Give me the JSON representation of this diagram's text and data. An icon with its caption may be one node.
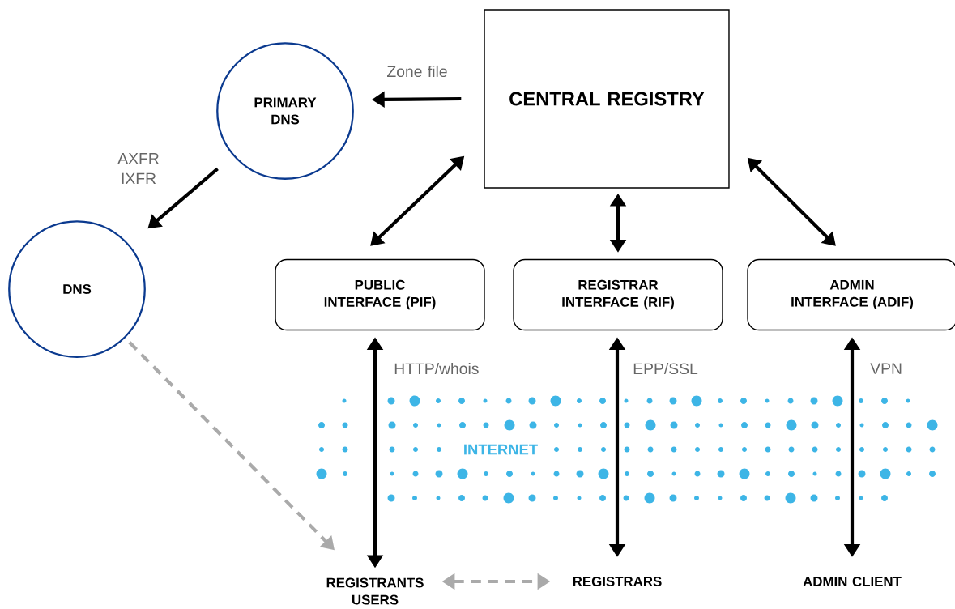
{
  "diagram": {
    "nodes": [
      {
        "text": [
          "CENTRAL REGISTRY"
        ]
      },
      {
        "text": [
          "PRIMARY DNS"
        ]
      },
      {
        "text": [
          "DNS"
        ]
      },
      {
        "text": [
          "PUBLIC INTERFACE (PIF)"
        ]
      },
      {
        "text": [
          "REGISTRAR INTERFACE (RIF)"
        ]
      },
      {
        "text": [
          "ADMIN INTERFACE (ADIF)"
        ]
      },
      {
        "text": [
          "REGISTRANTS USERS"
        ]
      },
      {
        "text": [
          "REGISTRARS"
        ]
      },
      {
        "text": [
          "ADMIN CLIENT"
        ]
      }
    ],
    "edges": [
      {
        "from": 0,
        "to": 1,
        "arrow": "to",
        "label": "Zone file"
      },
      {
        "from": 1,
        "to": 2,
        "arrow": "to",
        "label": "AXFR IXFR"
      },
      {
        "from": 0,
        "to": 3,
        "arrow": "both"
      },
      {
        "from": 0,
        "to": 4,
        "arrow": "both"
      },
      {
        "from": 0,
        "to": 5,
        "arrow": "both"
      },
      {
        "from": 3,
        "to": 6,
        "arrow": "both",
        "label": "HTTP/whois"
      },
      {
        "from": 4,
        "to": 7,
        "arrow": "both",
        "label": "EPP/SSL"
      },
      {
        "from": 5,
        "to": 8,
        "arrow": "both",
        "label": "VPN"
      },
      {
        "from": 2,
        "to": 6,
        "arrow": "to",
        "style": "dashed",
        "color": "#aaaaaa"
      },
      {
        "from": 6,
        "to": 7,
        "arrow": "both",
        "style": "dashed",
        "color": "#aaaaaa"
      }
    ],
    "labels": [
      "INTERNET"
    ]
  }
}
